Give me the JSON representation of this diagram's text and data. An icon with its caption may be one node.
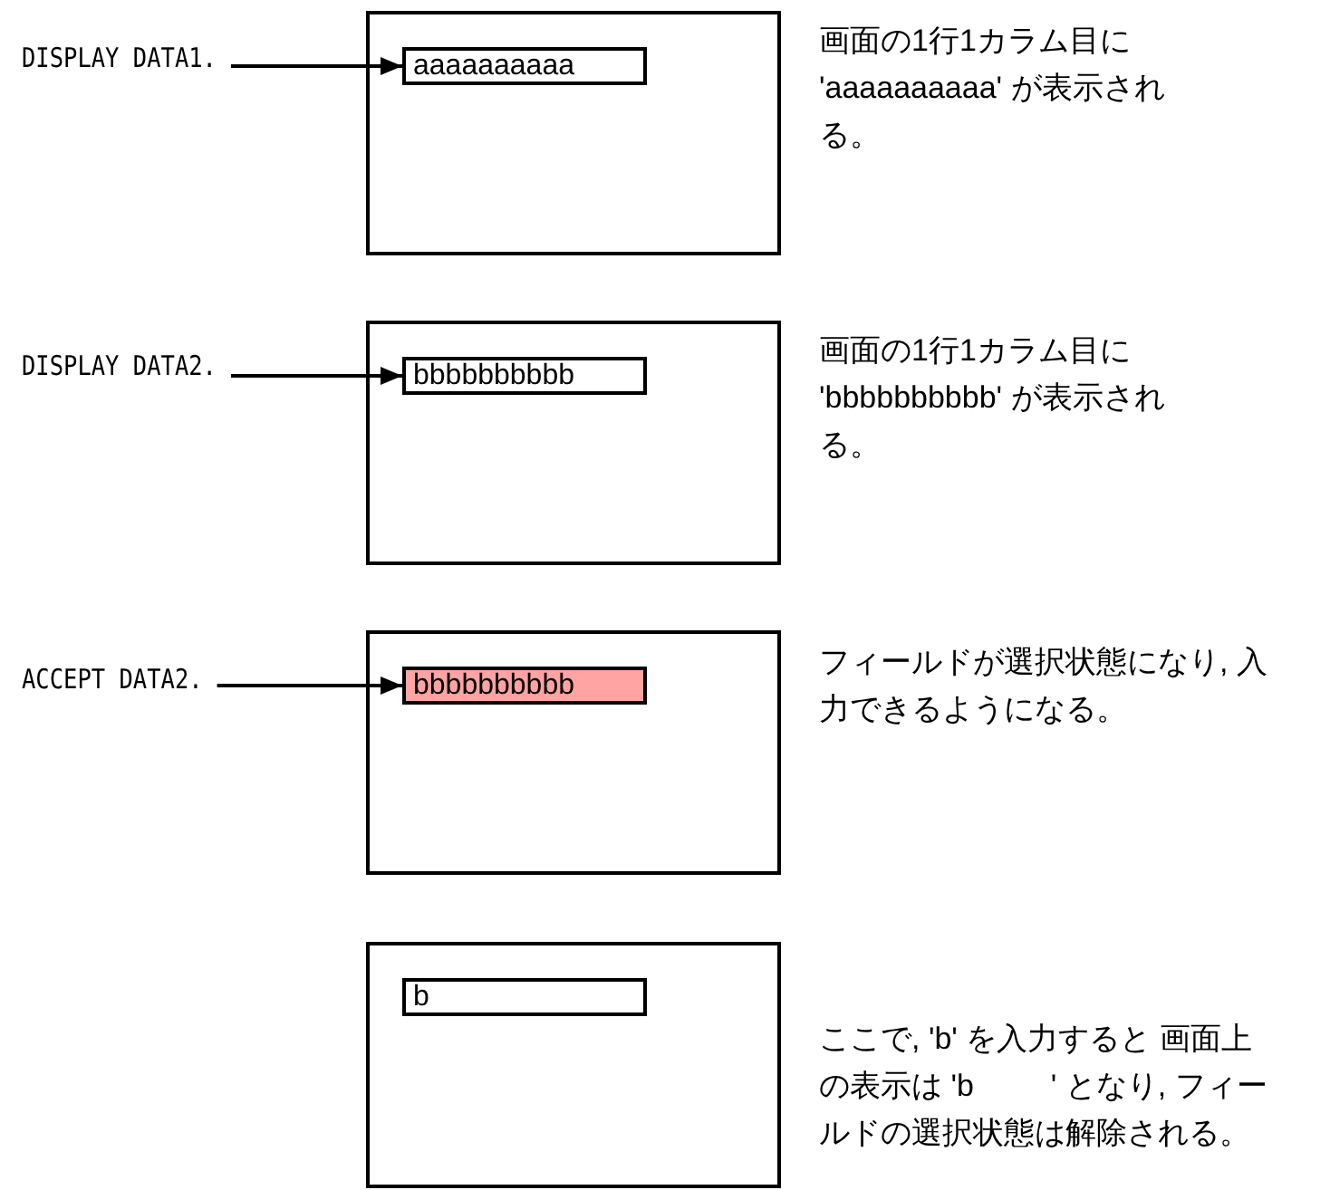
{
  "diagram": {
    "nodes": [
      {
        "text": [
          "DISPLAY DATA1."
        ]
      },
      {
        "text": [],
        "shape": "box",
        "beside": [
          "画面の1行1カラム目に 'aaaaaaaaaa' が表示される。"
        ]
      },
      {
        "text": [
          "aaaaaaaaaa"
        ],
        "in": 1
      },
      {
        "text": [
          "DISPLAY DATA2."
        ]
      },
      {
        "text": [],
        "shape": "box",
        "beside": [
          "画面の1行1カラム目に 'bbbbbbbbbb' が表示される。"
        ]
      },
      {
        "text": [
          "bbbbbbbbbb"
        ],
        "in": 4
      },
      {
        "text": [
          "ACCEPT DATA2."
        ]
      },
      {
        "text": [],
        "shape": "box",
        "beside": [
          "フィールドが選択状態になり, 入力できるようになる。"
        ]
      },
      {
        "text": [
          "bbbbbbbbbb"
        ],
        "in": 7
      },
      {
        "text": [],
        "shape": "box",
        "beside": [
          "ここで, 'b' を入力すると 画面上の表示は 'b         ' となり, フィールドの選択状態は解除される。"
        ]
      },
      {
        "text": [
          "b"
        ],
        "in": 9
      }
    ],
    "edges": [
      {
        "from": 0,
        "to": 2,
        "arrow": "to"
      },
      {
        "from": 3,
        "to": 5,
        "arrow": "to"
      },
      {
        "from": 6,
        "to": 8,
        "arrow": "to"
      }
    ]
  }
}
